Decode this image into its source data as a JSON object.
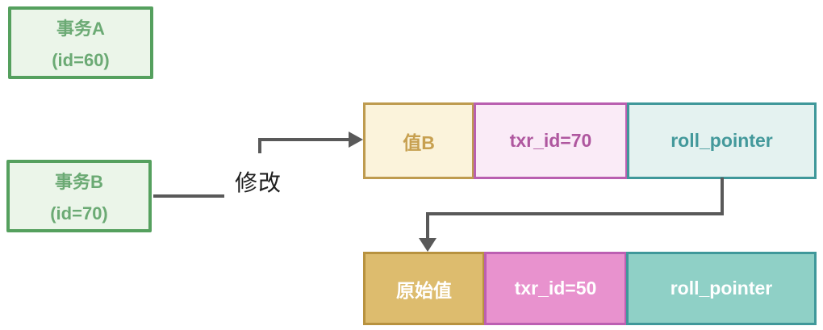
{
  "diagram": {
    "transaction_a": {
      "name": "事务A",
      "id": "(id=60)"
    },
    "transaction_b": {
      "name": "事务B",
      "id": "(id=70)"
    },
    "modify_label": "修改",
    "current_row": {
      "value": "值B",
      "txr_id": "txr_id=70",
      "roll_pointer": "roll_pointer"
    },
    "undo_row": {
      "value": "原始值",
      "txr_id": "txr_id=50",
      "roll_pointer": "roll_pointer"
    }
  },
  "colors": {
    "green_border": "#55A05E",
    "green_bg": "#EBF5E9",
    "green_text": "#6BAA74",
    "gray": "#595959",
    "cream_bg": "#FBF3DB",
    "gold_border": "#BE9B4F",
    "gold_text": "#C7A050",
    "lightpink_bg": "#FAEBF7",
    "pink_border": "#B95FB0",
    "pink_text": "#AF579F",
    "lightteal_bg": "#E4F2F0",
    "teal_border": "#3F989A",
    "teal_text": "#43999B",
    "gold_bg": "#DDBC6E",
    "gold_border_dark": "#B8923F",
    "pink_bg": "#E892CE",
    "pink_border_dark": "#BC5FB2",
    "teal_bg": "#8FD0C6"
  }
}
